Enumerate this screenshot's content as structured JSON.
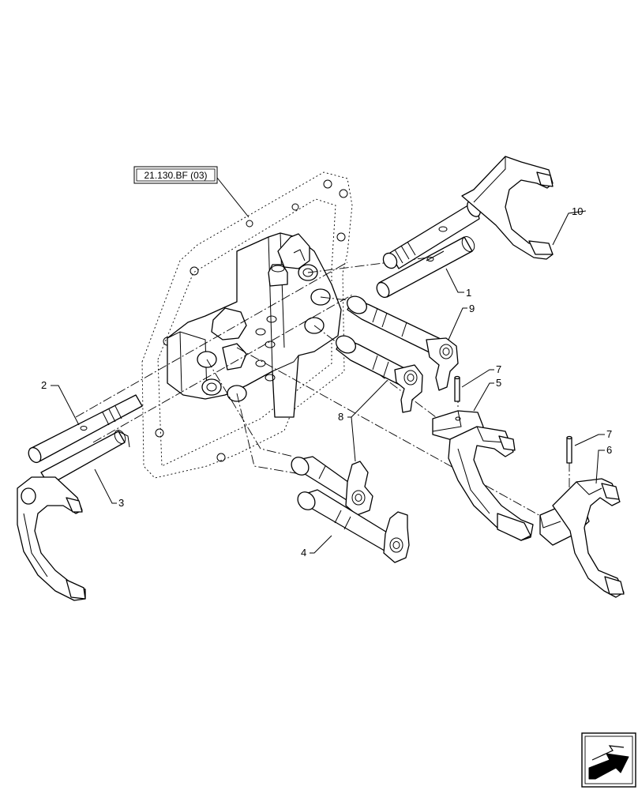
{
  "reference": {
    "label": "21.130.BF (03)"
  },
  "callouts": {
    "c1": "1",
    "c2": "2",
    "c3": "3",
    "c4": "4",
    "c5": "5",
    "c6": "6",
    "c7a": "7",
    "c7b": "7",
    "c8": "8",
    "c9": "9",
    "c10": "10"
  },
  "icons": {
    "navigation": "next-page-arrow-icon"
  }
}
